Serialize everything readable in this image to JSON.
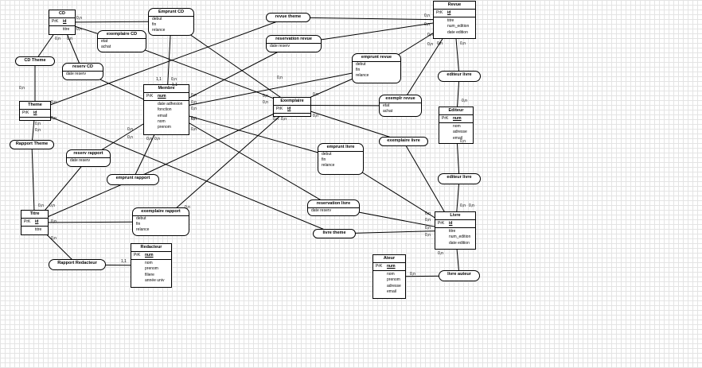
{
  "entities": [
    {
      "id": "cd",
      "title": "CD",
      "pk": "id",
      "attrs": [
        "titre"
      ]
    },
    {
      "id": "revue",
      "title": "Revue",
      "pk": "id",
      "attrs": [
        "titre",
        "num_edition",
        "date edition"
      ]
    },
    {
      "id": "membre",
      "title": "Membre",
      "pk": "num",
      "attrs": [
        "date adhesion",
        "fonction",
        "email",
        "nom",
        "prenom"
      ]
    },
    {
      "id": "theme",
      "title": "Theme",
      "pk": "id",
      "attrs": []
    },
    {
      "id": "exemplaire",
      "title": "Exemplaire",
      "pk": "id",
      "attrs": []
    },
    {
      "id": "editeur",
      "title": "Editeur",
      "pk": "num",
      "attrs": [
        "nom",
        "adresse",
        "email"
      ]
    },
    {
      "id": "titre",
      "title": "Titre",
      "pk": "id",
      "attrs": [
        "titre"
      ]
    },
    {
      "id": "redacteur",
      "title": "Redacteur",
      "pk": "num",
      "attrs": [
        "nom",
        "prenom",
        "filiere",
        "année univ"
      ]
    },
    {
      "id": "livre",
      "title": "Livre",
      "pk": "id",
      "attrs": [
        "titre",
        "num_edition",
        "date edition"
      ]
    },
    {
      "id": "ateur",
      "title": "Ateur",
      "pk": "num",
      "attrs": [
        "nom",
        "prenom",
        "adresse",
        "email"
      ]
    }
  ],
  "pk_label": "PrK",
  "associations": [
    {
      "id": "emprunt-cd",
      "name": "Emprunt CD",
      "attrs": [
        "debut",
        "fin",
        "relance"
      ]
    },
    {
      "id": "revue-theme",
      "name": "revue theme",
      "attrs": []
    },
    {
      "id": "exemplaire-cd",
      "name": "exemplaire CD",
      "attrs": [
        "etat",
        "achat"
      ]
    },
    {
      "id": "reservation-revue",
      "name": "reservation revue",
      "attrs": [
        "date reserv"
      ]
    },
    {
      "id": "cd-theme",
      "name": "CD Theme",
      "attrs": []
    },
    {
      "id": "reserv-cd",
      "name": "reserv CD",
      "attrs": [
        "date reserv"
      ]
    },
    {
      "id": "emprunt-revue",
      "name": "emprunt revue",
      "attrs": [
        "debut",
        "fin",
        "relance"
      ]
    },
    {
      "id": "editeur-livre-top",
      "name": "editeur livre",
      "attrs": []
    },
    {
      "id": "exemplr-revue",
      "name": "exemplr revue",
      "attrs": [
        "etat",
        "achat"
      ]
    },
    {
      "id": "rapport-theme",
      "name": "Rapport Theme",
      "attrs": []
    },
    {
      "id": "reserv-rapport",
      "name": "reserv rapport",
      "attrs": [
        "date reserv"
      ]
    },
    {
      "id": "emprunt-livre",
      "name": "emprunt livre",
      "attrs": [
        "debut",
        "fin",
        "relance"
      ]
    },
    {
      "id": "exemplaire-livre",
      "name": "exemplaire livre",
      "attrs": []
    },
    {
      "id": "editeur-livre-bottom",
      "name": "editeur livre",
      "attrs": []
    },
    {
      "id": "emprunt-rapport",
      "name": "emprunt rapport",
      "attrs": []
    },
    {
      "id": "reservation-livre",
      "name": "reservation livre",
      "attrs": [
        "date reserv"
      ]
    },
    {
      "id": "exemplaire-rapport",
      "name": "exemplaire rapport",
      "attrs": [
        "debut",
        "fin",
        "relance"
      ]
    },
    {
      "id": "livre-theme",
      "name": "livre theme",
      "attrs": []
    },
    {
      "id": "rapport-redacteur",
      "name": "Rapport Redacteur",
      "attrs": []
    },
    {
      "id": "livre-auteur",
      "name": "livre auteur",
      "attrs": []
    }
  ],
  "cardinalities": [
    "0,n",
    "0,n",
    "0,n",
    "0,n",
    "0,n",
    "0,n",
    "0,n",
    "0,n",
    "0,n",
    "0,n",
    "0,n",
    "0,n",
    "0,n",
    "0,n",
    "0,n",
    "0,n",
    "1,1",
    "0,n",
    "0,n",
    "0,n",
    "0,n",
    "0,n",
    "0,n",
    "0,n",
    "0,n",
    "0,n",
    "0,n",
    "0,n",
    "0,n",
    "0,n",
    "0,n",
    "0,n",
    "0,n",
    "0,n",
    "0,n",
    "0,n",
    "0,n",
    "0,n",
    "0,n",
    "0,n",
    "0,n",
    "1,1",
    "0,n",
    "0,n",
    "0,n",
    "0,n",
    "0,n",
    "0,n",
    "0,n",
    "1,1",
    "0,n"
  ]
}
